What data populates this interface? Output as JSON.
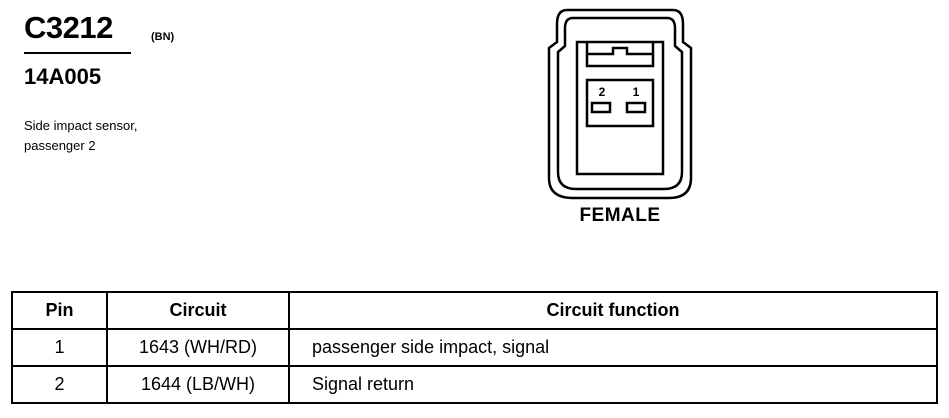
{
  "connector": {
    "id": "C3212",
    "color_code": "(BN)",
    "part_number": "14A005",
    "description_lines": [
      "Side impact sensor,",
      "passenger 2"
    ]
  },
  "drawing": {
    "pin_labels": [
      "2",
      "1"
    ],
    "gender": "FEMALE"
  },
  "table": {
    "headers": [
      "Pin",
      "Circuit",
      "Circuit function"
    ],
    "rows": [
      {
        "pin": "1",
        "circuit": "1643 (WH/RD)",
        "function": "passenger side impact, signal"
      },
      {
        "pin": "2",
        "circuit": "1644 (LB/WH)",
        "function": "Signal return"
      }
    ]
  }
}
